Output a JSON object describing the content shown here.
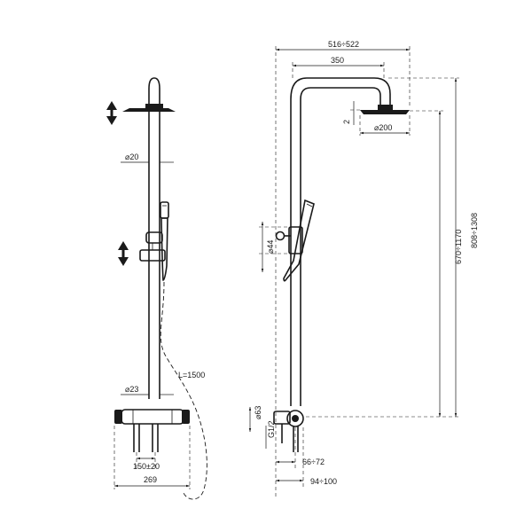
{
  "front_view": {
    "pipe_diameter": "⌀20",
    "bar_diameter": "⌀23",
    "hose_length": "L=1500",
    "center_distance": "150±20",
    "overall_width": "269"
  },
  "side_view": {
    "arm_reach": "516÷522",
    "arm_length": "350",
    "head_thickness": "2",
    "head_diameter": "⌀200",
    "height_adjust": "670÷1170",
    "total_height": "808÷1308",
    "holder_diameter": "⌀44",
    "knob_diameter": "⌀63",
    "thread": "G1/2",
    "wall_offset": "66÷72",
    "projection": "94÷100"
  },
  "icons": [
    "up-down-arrow-icon",
    "up-down-arrow-icon"
  ]
}
